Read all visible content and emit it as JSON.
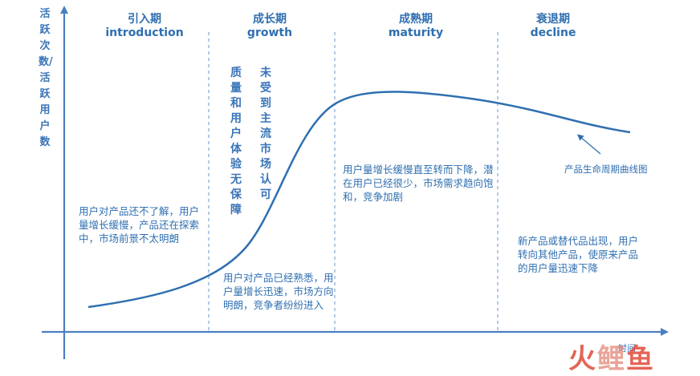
{
  "y_axis_label": "活跃次数/活跃用户数",
  "x_axis_label": "时间",
  "stages": [
    {
      "cn": "引入期",
      "en": "introduction"
    },
    {
      "cn": "成长期",
      "en": "growth"
    },
    {
      "cn": "成熟期",
      "en": "maturity"
    },
    {
      "cn": "衰退期",
      "en": "decline"
    }
  ],
  "growth_vertical_1": "质量和用户体验无保障",
  "growth_vertical_2": "未受到主流市场认可",
  "descriptions": {
    "introduction": "用户对产品还不了解，用户量增长缓慢，产品还在探索中，市场前景不太明朗",
    "growth": "用户对产品已经熟悉，用户量增长迅速，市场方向明朗，竞争者纷纷进入",
    "maturity": "用户量增长缓慢直至转而下降，潜在用户已经很少，市场需求趋向饱和，竞争加剧",
    "decline": "新产品或替代品出现，用户转向其他产品，使原来产品的用户量迅速下降"
  },
  "curve_label": "产品生命周期曲线图",
  "watermark": "火鲤鱼",
  "colors": {
    "axis": "#4a7fc1",
    "curve": "#2f6fb0",
    "divider": "#7fa6d6",
    "text": "#2f6fb0",
    "watermark": "#e04b3a"
  }
}
